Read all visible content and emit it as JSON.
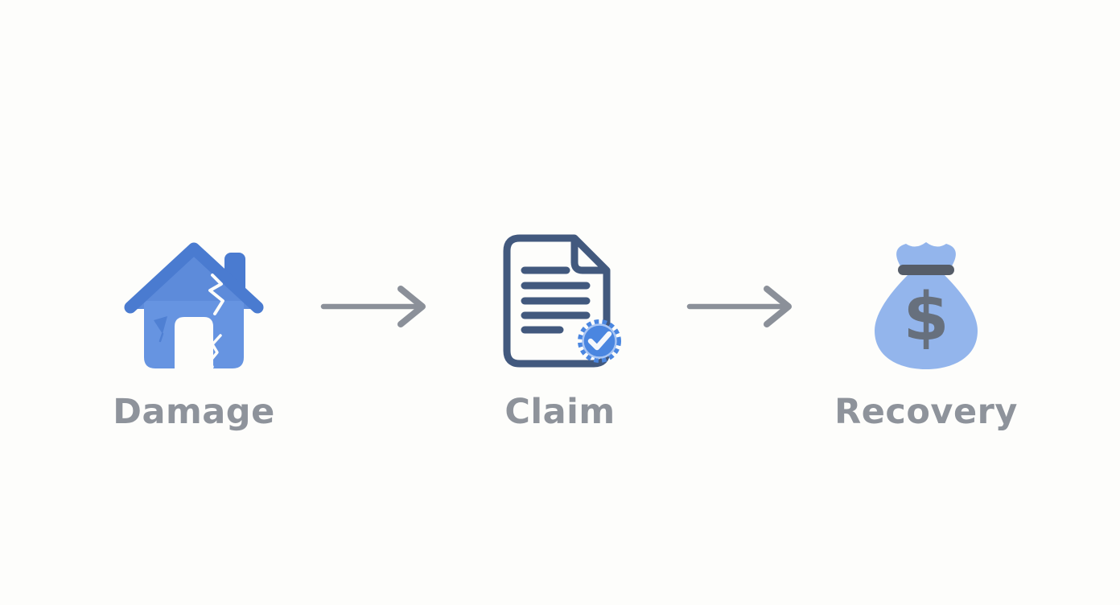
{
  "diagram": {
    "type": "process-flow",
    "background_color": "#fdfdfb",
    "steps": [
      {
        "label": "Damage",
        "icon": "damaged-house-icon"
      },
      {
        "label": "Claim",
        "icon": "claim-document-icon"
      },
      {
        "label": "Recovery",
        "icon": "money-bag-icon"
      }
    ],
    "connectors": [
      {
        "icon": "arrow-right-icon",
        "from": "Damage",
        "to": "Claim"
      },
      {
        "icon": "arrow-right-icon",
        "from": "Claim",
        "to": "Recovery"
      }
    ],
    "colors": {
      "house_roof_and_chimney": "#4a7bd0",
      "house_gable": "#5d8bda",
      "house_body": "#6694e1",
      "crack_white": "#fdfdfb",
      "document_stroke": "#42597e",
      "badge_blue": "#4a86e0",
      "badge_inner_ring": "#a9c6f4",
      "badge_check_white": "#f5f8fc",
      "money_bag_blue": "#93b5ec",
      "bag_tie_gray": "#565d68",
      "dollar_sign_gray": "#67707d",
      "arrow_gray": "#8b9099",
      "label_gray": "#8e939b"
    }
  }
}
